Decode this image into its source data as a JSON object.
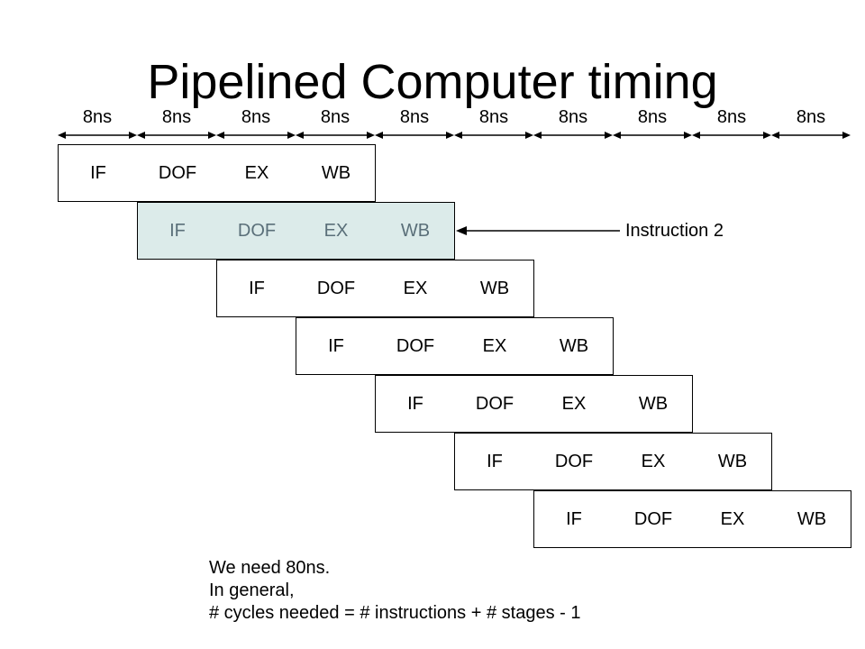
{
  "title": "Pipelined Computer timing",
  "cycle_labels": [
    "8ns",
    "8ns",
    "8ns",
    "8ns",
    "8ns",
    "8ns",
    "8ns",
    "8ns",
    "8ns",
    "8ns"
  ],
  "stages": [
    "IF",
    "DOF",
    "EX",
    "WB"
  ],
  "instruction_count": 7,
  "highlighted_instruction": 2,
  "highlight_color": "#dcebea",
  "callout": "Instruction 2",
  "notes": [
    "We need 80ns.",
    "In general,",
    "# cycles needed = # instructions + # stages - 1"
  ]
}
